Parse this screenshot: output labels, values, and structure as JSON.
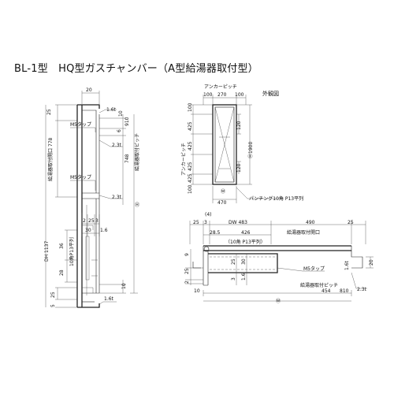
{
  "title": "BL-1型　HQ型ガスチャンバー（A型給湯器取付型）",
  "labels": {
    "exterior_view": "外観図",
    "anchor_pitch": "アンカーピッチ",
    "anchor_pitch_v": "アンカーピッチ",
    "heater_opening_v": "給湯器取付開口 778",
    "heater_pitch_v": "給湯器取付ピッチ",
    "dh": "DH 1137",
    "m5_top": "M5タップ",
    "m5_mid": "M5タップ",
    "m5_right": "M5タップ",
    "t23_a": "2.3t",
    "t23_b": "2.3t",
    "t23_c": "2.3t",
    "t16_a": "1.6t",
    "t16_b": "1.6t",
    "t16_c": "1.6t",
    "punching": "パンチング10角 P13平列",
    "punching2": "（10角 P13平列）",
    "heater_opening_h": "給湯器取付開口",
    "heater_pitch_h": "給湯器取付ピッチ",
    "dw": "DW 483",
    "h1900": "Ⓗ1900",
    "w470": "470",
    "w_circ": "Ⓦ",
    "h_circ": "Ⓗ",
    "paren4": "(4)",
    "small_vert": "10角P13平列"
  },
  "dims": {
    "top_20": "20",
    "left_25_top": "25",
    "left_25_bot": "25",
    "left_5_bot": "5",
    "right_10_a": "10",
    "right_6": "6",
    "right_910": "910",
    "right_10_b": "10",
    "v748": "748",
    "v2": "2",
    "v25": "25",
    "v3": "3",
    "v30": "30",
    "v16": "1.6",
    "v36": "36",
    "v28": "28",
    "v10": "10",
    "a100": "100",
    "a270": "270",
    "a100b": "100",
    "a425_1": "425",
    "a425_2": "425",
    "a425_3": "425",
    "a425_4": "425",
    "a100c": "100",
    "a100d": "100",
    "a120": "120",
    "a120b": "120",
    "h490": "490",
    "h25a": "25",
    "h3": "3",
    "h285": "28.5",
    "h426": "426",
    "h25b": "25",
    "h9": "9",
    "h25c": "25",
    "h2": "2",
    "h25d": "25",
    "h3b": "3",
    "h30": "30",
    "h16": "1.6",
    "h20": "20",
    "h454": "454",
    "h810": "810",
    "h10": "10"
  }
}
